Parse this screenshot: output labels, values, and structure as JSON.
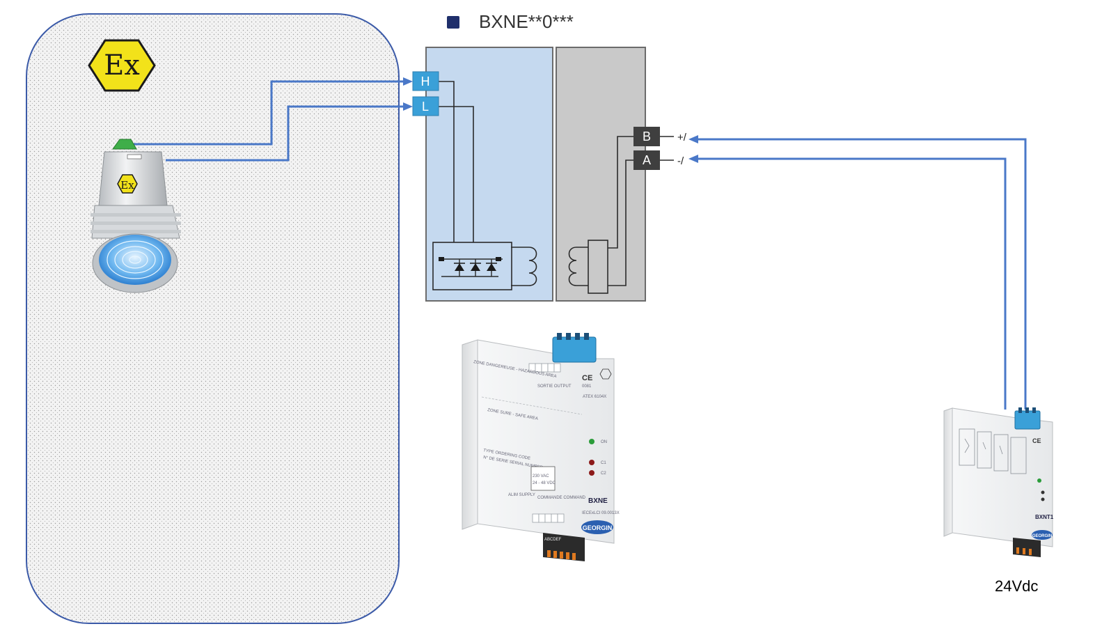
{
  "title": "BXNE**0***",
  "colors": {
    "legend_square": "#1f2f6b",
    "hazardous_zone_border": "#3b5aa8",
    "wire": "#4a78c8",
    "hazard_panel": "#c5d9ef",
    "safe_panel": "#c9c9c9",
    "hazard_terminal": "#3aa0d8",
    "safe_terminal": "#3f3f3f",
    "ex_symbol_fill": "#f2e21a"
  },
  "ex_symbol": {
    "icon": "ex-hexagon-icon",
    "text": "Ex"
  },
  "terminals": {
    "h": "H",
    "l": "L",
    "b": "B",
    "a": "A"
  },
  "polarity": {
    "plus": "+/",
    "minus": "-/"
  },
  "detector": {
    "icon": "pressure-sensor-icon",
    "badge": "Ex"
  },
  "bxne_device": {
    "icon": "din-rail-module-icon",
    "model": "BXNE",
    "brand": "GEORGIN",
    "cert": "IECExLCI 09.0013X",
    "ce_code": "0081",
    "atex": "ATEX 6104X",
    "header_hazardous": "ZONE DANGEREUSE - HAZARDOUS AREA",
    "header_safe": "ZONE SURE - SAFE AREA",
    "led_on": "ON",
    "led_c1": "C1",
    "led_c2": "C2",
    "output_label": "SORTIE OUTPUT",
    "command_label": "COMMANDE COMMAND",
    "supply_label": "ALIM SUPPLY",
    "ordering_code": "TYPE ORDERING CODE",
    "serial_number": "N° DE SERIE SERIAL NUMBER",
    "voltage_label_1": "230 VAC",
    "voltage_label_2": "24 - 48 VDC",
    "bottom_terminals": "ABCDEF"
  },
  "bxnt_device": {
    "icon": "din-rail-module-icon",
    "model": "BXNT1",
    "brand": "GEORGIN"
  },
  "supply": {
    "label": "24Vdc"
  }
}
